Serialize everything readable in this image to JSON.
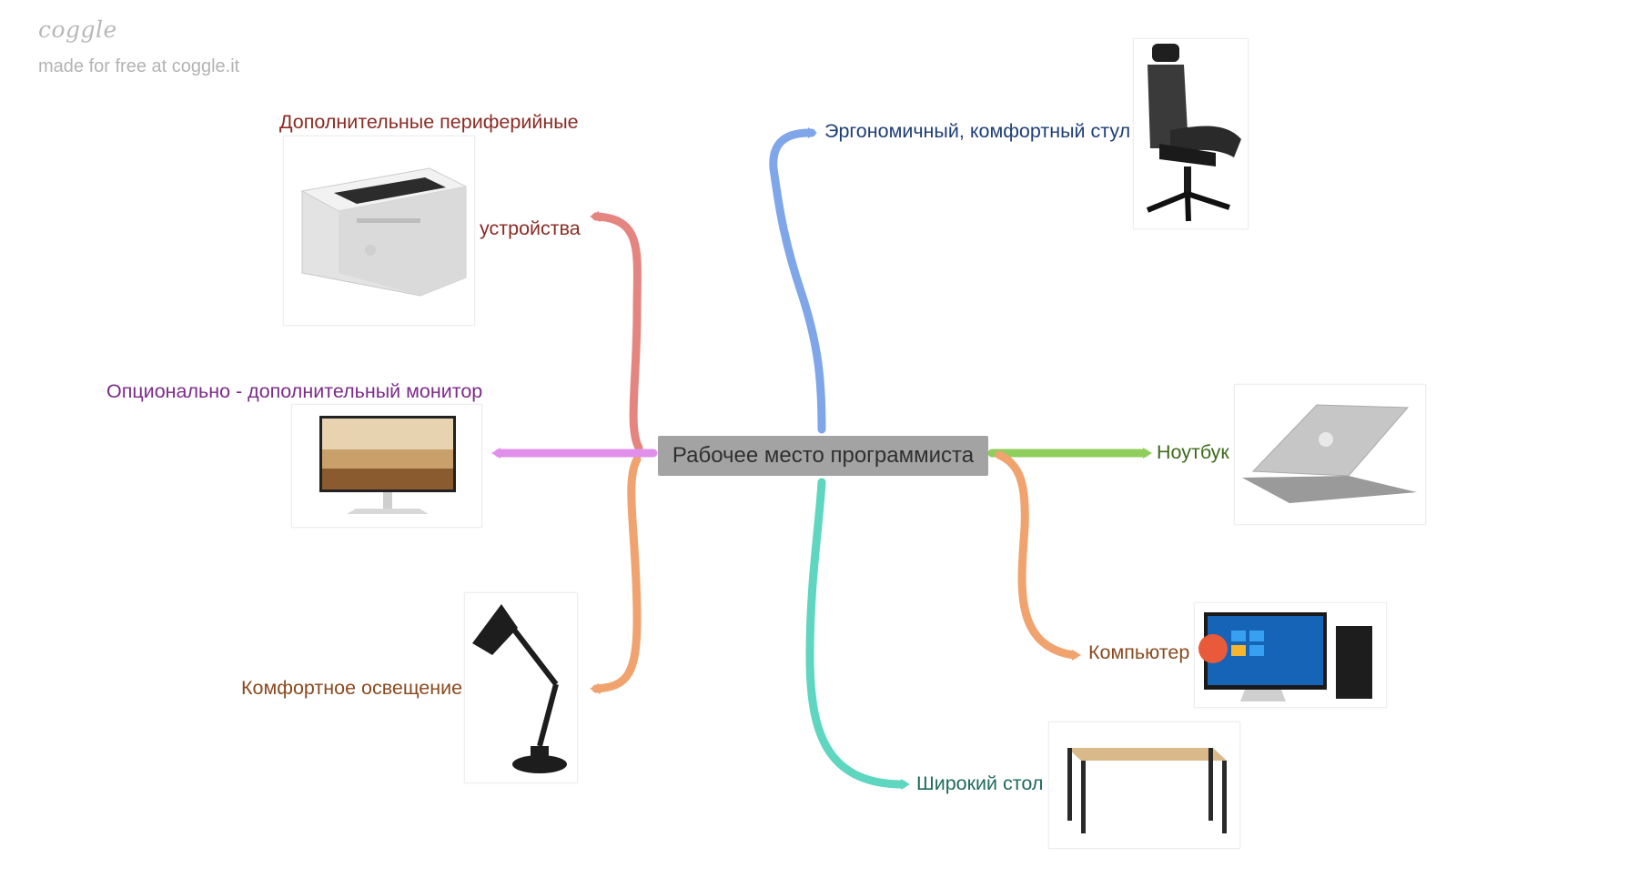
{
  "branding": {
    "logo_text": "coggle",
    "tagline": "made for free at coggle.it"
  },
  "center": {
    "label": "Рабочее место программиста"
  },
  "branches": {
    "peripherals": {
      "label_line1": "Дополнительные периферийные",
      "label_line2": "устройства",
      "color": "#e58580",
      "text_color": "#8b2b24",
      "image": "printer-image"
    },
    "monitor": {
      "label": "Опционально - дополнительный монитор",
      "color": "#e090ea",
      "text_color": "#7c2b8a",
      "image": "monitor-image"
    },
    "lighting": {
      "label": "Комфортное освещение",
      "color": "#f0a36e",
      "text_color": "#8a4a1f",
      "image": "desk-lamp-image"
    },
    "chair": {
      "label": "Эргономичный, комфортный стул",
      "color": "#7ea6e8",
      "text_color": "#1f3f78",
      "image": "office-chair-image"
    },
    "laptop": {
      "label": "Ноутбук",
      "color": "#8fce5c",
      "text_color": "#3d6b1a",
      "image": "laptop-image"
    },
    "computer": {
      "label": "Компьютер",
      "color": "#f0a36e",
      "text_color": "#8a4a1f",
      "image": "desktop-computer-image"
    },
    "desk": {
      "label": "Широкий стол",
      "color": "#5fd6bf",
      "text_color": "#1e6b5c",
      "image": "desk-image"
    }
  }
}
